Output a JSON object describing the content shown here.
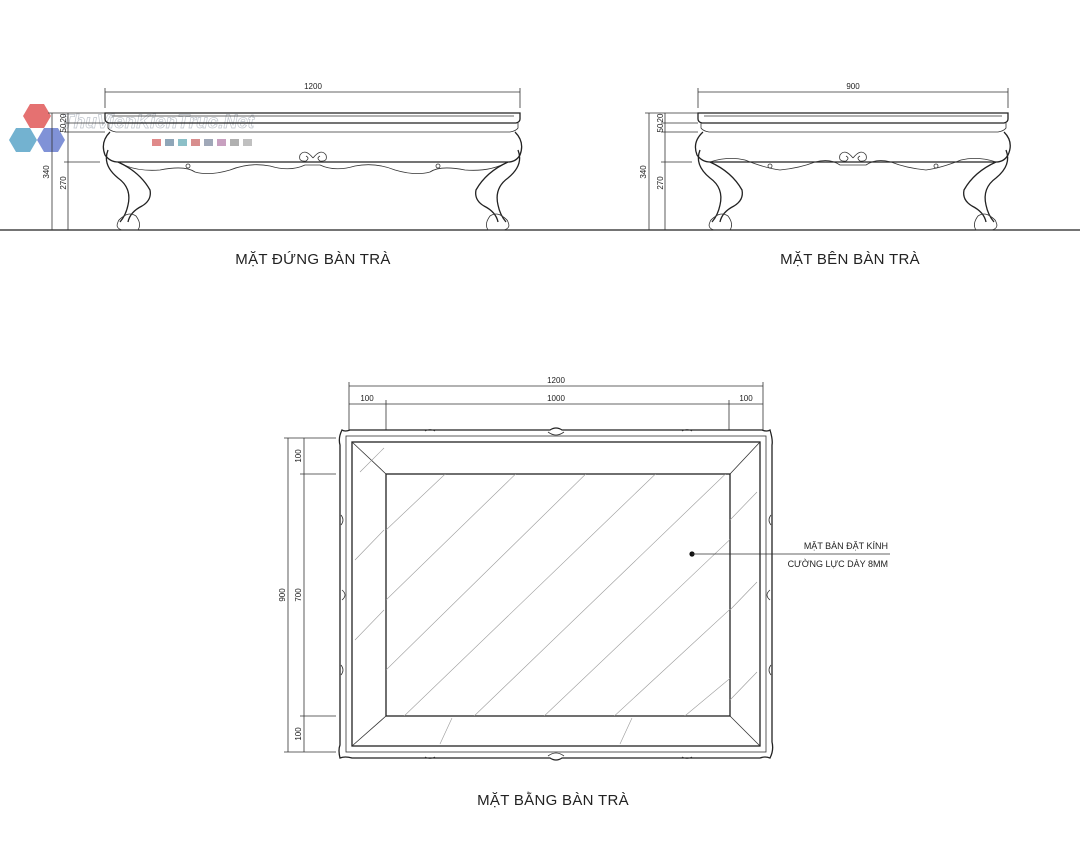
{
  "watermark": {
    "text": "ThuVienKienTruc.Net"
  },
  "front_view": {
    "title": "MẶT ĐỨNG BÀN TRÀ",
    "dim_width": "1200",
    "dim_total_height": "340",
    "dim_top": "20",
    "dim_apron": "50",
    "dim_leg": "270"
  },
  "side_view": {
    "title": "MẶT BÊN BÀN TRÀ",
    "dim_width": "900",
    "dim_total_height": "340",
    "dim_top": "20",
    "dim_apron": "50",
    "dim_leg": "270"
  },
  "plan_view": {
    "title": "MẶT BẰNG BÀN TRÀ",
    "dim_width": "1200",
    "dim_left": "100",
    "dim_middle": "1000",
    "dim_right": "100",
    "dim_depth": "900",
    "dim_top_band": "100",
    "dim_center": "700",
    "dim_bottom_band": "100",
    "note_line1": "MẶT BÀN ĐẶT KÍNH",
    "note_line2": "CƯỜNG LỰC DÀY 8MM"
  }
}
